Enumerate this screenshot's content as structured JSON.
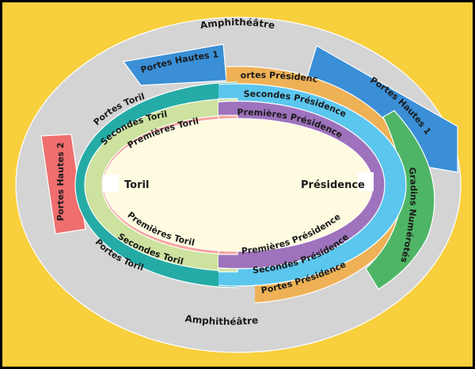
{
  "colors": {
    "background": "#F8CF3C",
    "amphitheatre": "#D4D4D4",
    "portes_hautes_1": "#3A8FD6",
    "portes_hautes_2": "#EF6E6E",
    "portes_presidence": "#EEB155",
    "portes_toril": "#25ABA6",
    "secondes_presidence": "#5BC6EE",
    "secondes_toril": "#CDE29E",
    "premieres_presidence": "#9E72BC",
    "premieres_toril": "#F6A59C",
    "gradins_numerotes": "#4FB566",
    "arena": "#FFFBE0"
  },
  "labels": {
    "amphitheatre_top": "Amphithéâtre",
    "amphitheatre_bottom": "Amphithéâtre",
    "portes_hautes_1_left": "Portes Hautes 1",
    "portes_hautes_1_right": "Portes Hautes 1",
    "portes_hautes_2": "Portes Hautes 2",
    "portes_presidence_top": "Portes Présidence",
    "portes_presidence_bottom": "Portes Présidence",
    "portes_toril_top": "Portes Toril",
    "portes_toril_bottom": "Portes Toril",
    "secondes_presidence_top": "Secondes Présidence",
    "secondes_presidence_bottom": "Secondes Présidence",
    "secondes_toril_top": "Secondes Toril",
    "secondes_toril_bottom": "Secondes Toril",
    "premieres_presidence_top": "Premières Présidence",
    "premieres_presidence_bottom": "Premières Présidence",
    "premieres_toril_top": "Premières Toril",
    "premieres_toril_bottom": "Premières Toril",
    "gradins_numerotes": "Gradins Numérotés",
    "toril": "Toril",
    "presidence": "Présidence"
  }
}
